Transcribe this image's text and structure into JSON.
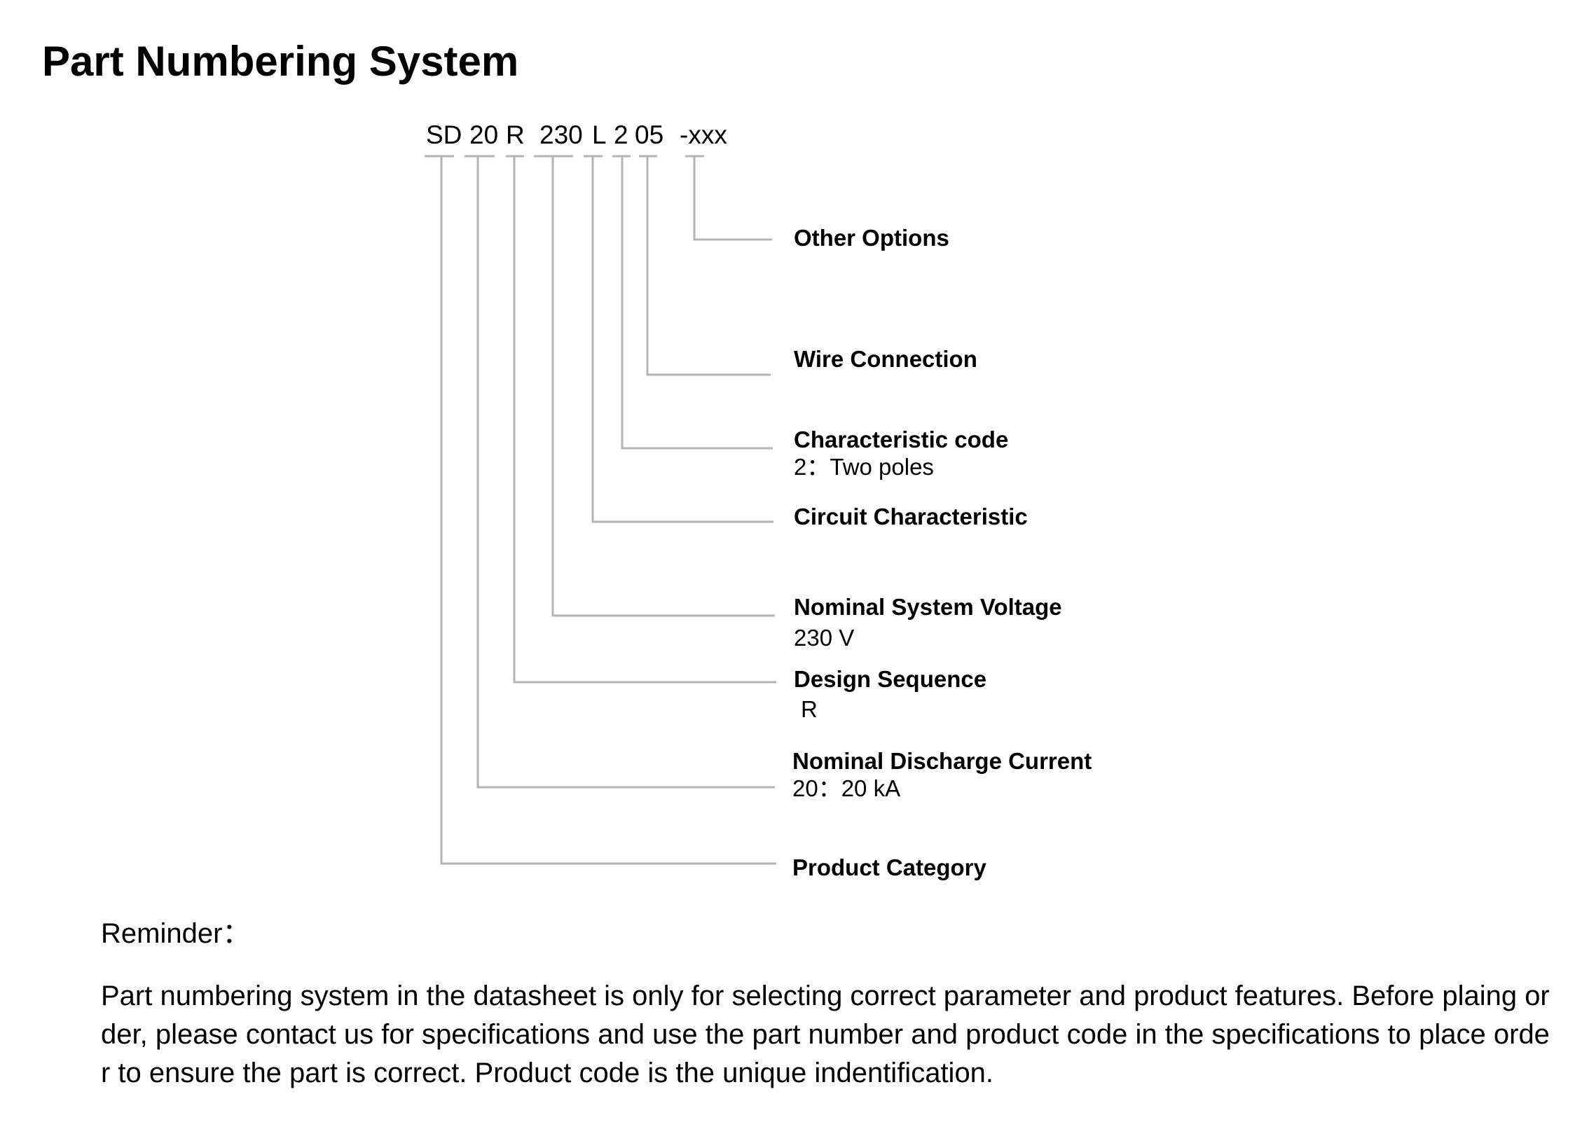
{
  "title": "Part Numbering System",
  "part_number": {
    "segments": [
      {
        "id": "sd",
        "text": "SD"
      },
      {
        "id": "current",
        "text": "20"
      },
      {
        "id": "design",
        "text": "R"
      },
      {
        "id": "voltage",
        "text": "230"
      },
      {
        "id": "circuit",
        "text": "L"
      },
      {
        "id": "characteristic",
        "text": "2"
      },
      {
        "id": "wire",
        "text": "05"
      },
      {
        "id": "options",
        "text": "-xxx"
      }
    ]
  },
  "fields": {
    "other_options": {
      "label": "Other Options"
    },
    "wire_connection": {
      "label": "Wire Connection"
    },
    "characteristic_code": {
      "label": "Characteristic code",
      "detail": "2：Two poles"
    },
    "circuit_characteristic": {
      "label": "Circuit Characteristic"
    },
    "nominal_system_voltage": {
      "label": "Nominal System Voltage",
      "detail": "230 V"
    },
    "design_sequence": {
      "label": "Design Sequence",
      "detail": "R"
    },
    "nominal_discharge_current": {
      "label": "Nominal Discharge Current",
      "detail": "20：20 kA"
    },
    "product_category": {
      "label": "Product Category"
    }
  },
  "reminder": {
    "heading": "Reminder：",
    "text": "Part numbering system in the datasheet is only for selecting correct parameter and product features. Before plaing order, please contact us for specifications and use the part number and product code in the specifications to place order to ensure the part is correct. Product code is the unique indentification."
  }
}
